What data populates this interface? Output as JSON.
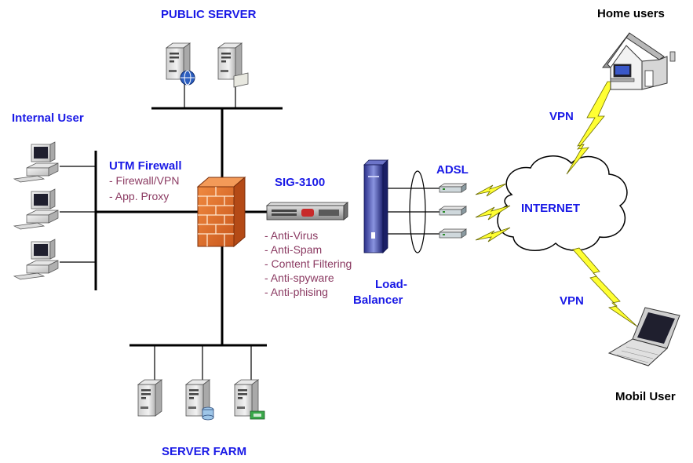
{
  "labels": {
    "public_server": "PUBLIC SERVER",
    "internal_user": "Internal User",
    "utm_firewall": "UTM Firewall",
    "sig_3100": "SIG-3100",
    "adsl": "ADSL",
    "internet": "INTERNET",
    "vpn_home": "VPN",
    "vpn_mobile": "VPN",
    "home_users": "Home users",
    "mobil_user": "Mobil User",
    "load_balancer_line1": "Load-",
    "load_balancer_line2": "Balancer",
    "server_farm": "SERVER FARM"
  },
  "firewall_features": [
    "- Firewall/VPN",
    "- App. Proxy"
  ],
  "sig_features": [
    "- Anti-Virus",
    "- Anti-Spam",
    "- Content Filtering",
    "- Anti-spyware",
    "- Anti-phising"
  ],
  "colors": {
    "label_blue": "#1a1ae6",
    "feature_maroon": "#8b3a62",
    "line": "#000000",
    "lightning": "#ffff33",
    "firewall_brick": "#e07a3a",
    "cloud_fill": "#ffffff"
  },
  "icons": [
    "server-icon",
    "desktop-computer-icon",
    "firewall-icon",
    "appliance-icon",
    "load-balancer-icon",
    "modem-icon",
    "cloud-icon",
    "house-icon",
    "laptop-icon",
    "lightning-icon"
  ]
}
